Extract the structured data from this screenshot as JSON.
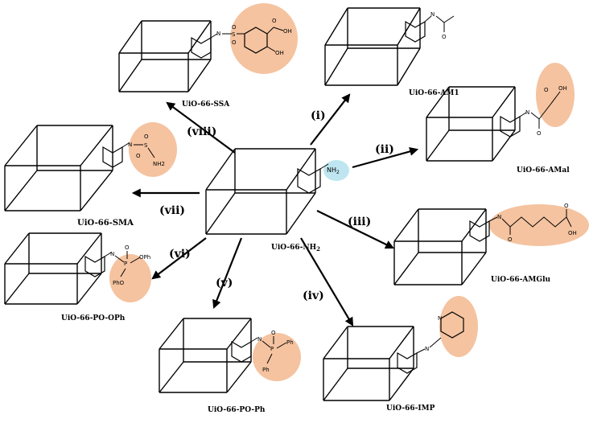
{
  "center": {
    "label": "UiO-66-NH",
    "label_sub": "2",
    "group": "NH",
    "group_sub": "2"
  },
  "steps": [
    "(i)",
    "(ii)",
    "(iii)",
    "(iv)",
    "(v)",
    "(vi)",
    "(vii)",
    "(viii)"
  ],
  "products": {
    "ssa": {
      "label": "UiO-66-SSA",
      "atoms": [
        "N",
        "S",
        "O",
        "O",
        "OH",
        "O",
        "OH"
      ]
    },
    "am1": {
      "label": "UiO-66-AM1",
      "atoms": [
        "N",
        "O"
      ]
    },
    "amal": {
      "label": "UiO-66-AMal",
      "atoms": [
        "N",
        "O",
        "O",
        "OH"
      ]
    },
    "amglu": {
      "label": "UiO-66-AMGlu",
      "atoms": [
        "N",
        "O",
        "O",
        "OH"
      ]
    },
    "imp": {
      "label": "UiO-66-IMP",
      "atoms": [
        "N",
        "N"
      ]
    },
    "poph": {
      "label": "UiO-66-PO-Ph",
      "atoms": [
        "N",
        "P",
        "O",
        "Ph",
        "Ph"
      ]
    },
    "poop": {
      "label": "UiO-66-PO-OPh",
      "atoms": [
        "N",
        "P",
        "O",
        "OPh",
        "PhO"
      ]
    },
    "sma": {
      "label": "UiO-66-SMA",
      "atoms": [
        "N",
        "S",
        "O",
        "O",
        "NH2"
      ]
    }
  },
  "colors": {
    "highlight_peach": "#f5c3a0",
    "highlight_cyan": "#bfe6f0",
    "ink": "#000000"
  }
}
